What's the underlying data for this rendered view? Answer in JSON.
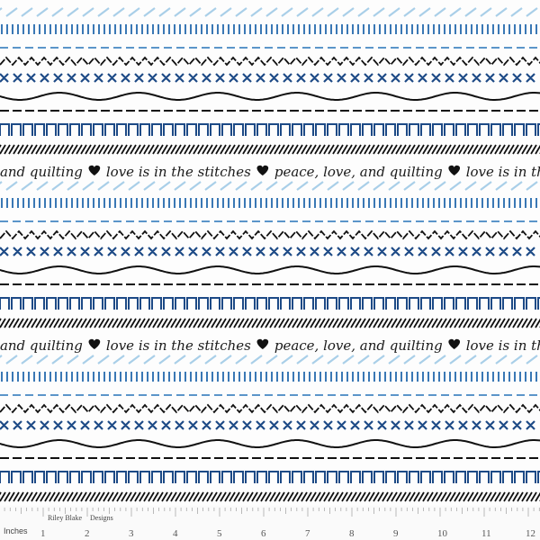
{
  "fabric": {
    "phrases": [
      "peace, love, and quilting",
      "love is in the stitches"
    ],
    "separator_icon": "heart-icon",
    "colors": {
      "light_blue": "#a9cfe8",
      "mid_blue": "#3a78b5",
      "navy": "#1d4a86",
      "black": "#111111",
      "heart": "#111111"
    }
  },
  "ruler": {
    "unit_label": "Inches",
    "brand_left": "Riley Blake",
    "brand_right": "Designs",
    "numbers": [
      "1",
      "2",
      "3",
      "4",
      "5",
      "6",
      "7",
      "8",
      "9",
      "10",
      "11",
      "12"
    ]
  }
}
